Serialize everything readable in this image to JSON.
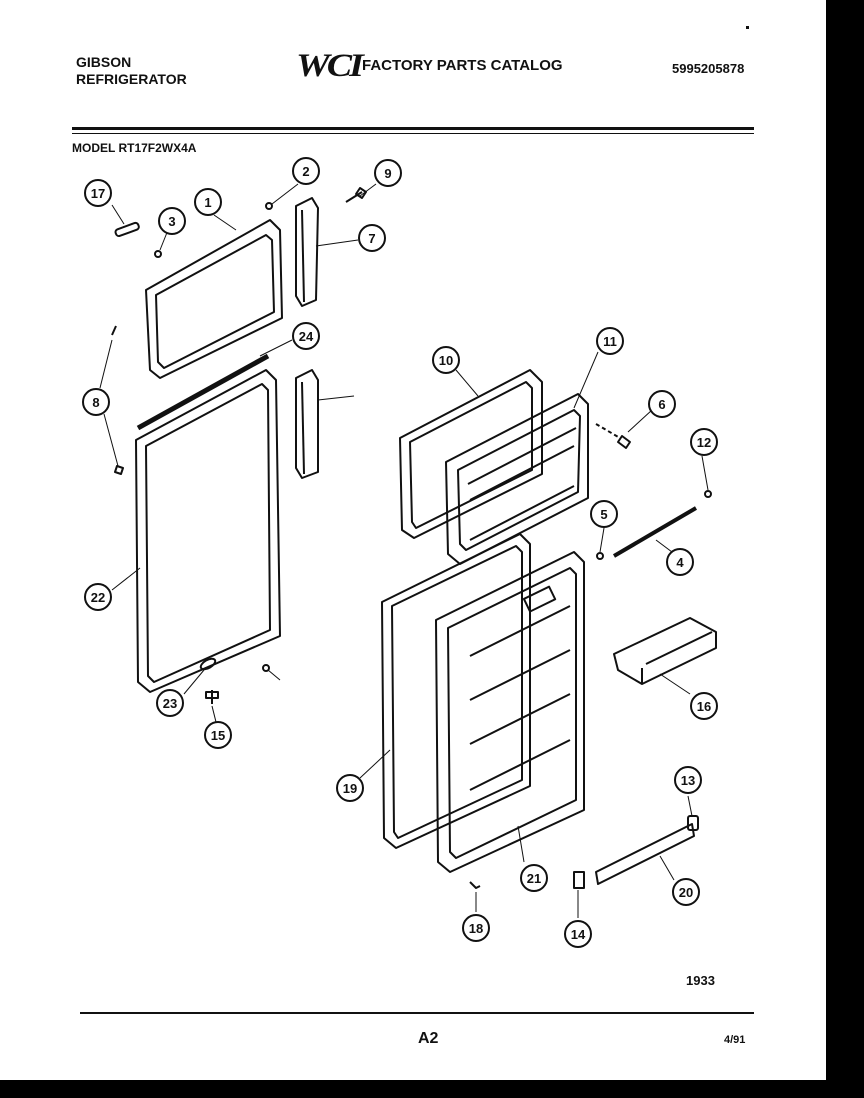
{
  "header": {
    "brand_line1": "GIBSON",
    "brand_line2": "REFRIGERATOR",
    "logo_text": "WCI",
    "catalog_title": "FACTORY PARTS CATALOG",
    "catalog_number": "5995205878",
    "model": "MODEL RT17F2WX4A"
  },
  "diagram": {
    "callouts": [
      "17",
      "3",
      "1",
      "2",
      "9",
      "7",
      "24",
      "8",
      "22",
      "23",
      "15",
      "10",
      "11",
      "6",
      "12",
      "5",
      "4",
      "19",
      "16",
      "21",
      "13",
      "20",
      "18",
      "14"
    ],
    "figure_code": "1933"
  },
  "footer": {
    "page_label": "A2",
    "date": "4/91"
  }
}
